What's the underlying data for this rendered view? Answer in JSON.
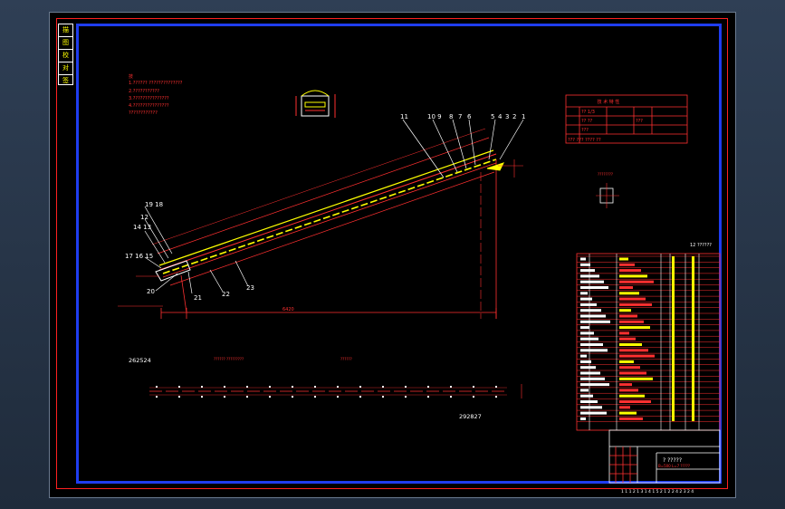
{
  "stamp_column": [
    "描",
    "图",
    "校",
    "对",
    "签"
  ],
  "notes": {
    "title": "技",
    "line1": "1.??????   ??????????????",
    "line2": "2.???????????",
    "line3": "3.???????????????",
    "line4": "4.???????????????",
    "line5": "????????????"
  },
  "main_view": {
    "callouts_top": [
      "11",
      "10 9",
      "8",
      "7",
      "6",
      "5",
      "4",
      "3",
      "2",
      "1"
    ],
    "callouts_left": [
      "19 18",
      "12",
      "14 13",
      "17 16 15"
    ],
    "callouts_bottom": [
      "20",
      "21",
      "22",
      "23"
    ],
    "dim_horizontal": "6420"
  },
  "plan_view": {
    "left_label": "262524",
    "right_label": "292827",
    "note_a": "??????    ?????????",
    "note_b": "??????"
  },
  "tech_table": {
    "header": "技 术 特 性",
    "rows": [
      "?? 1/3",
      "?? ??",
      "???",
      "???",
      "???  ??? ???? ??"
    ]
  },
  "small_detail_label": "????????",
  "bom_label": "12 ??????",
  "title_block": {
    "title": "? ?????",
    "subtitle": "B=500  L=7  ?????",
    "drawing_no": "1 1 1 2 1 3 1 4 1 5 2 1 2 2 4 2 3 2 4"
  },
  "colors": {
    "background": "#000000",
    "frame_red": "#ff2020",
    "frame_blue": "#1f3df0",
    "text_yellow": "#ffff00",
    "line_white": "#ffffff"
  }
}
